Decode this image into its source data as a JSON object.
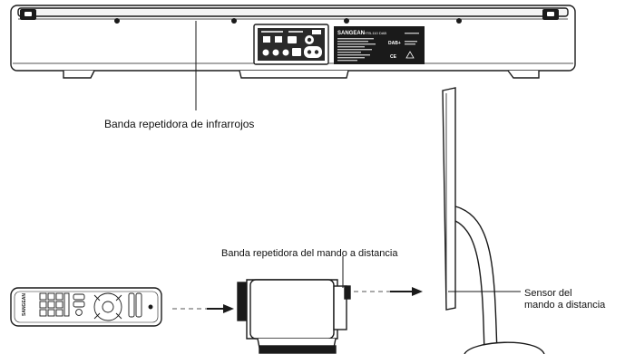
{
  "labels": {
    "ir_repeater_band": "Banda repetidora de infrarrojos",
    "remote_repeater_band": "Banda repetidora del mando a distancia",
    "sensor_line1": "Sensor del",
    "sensor_line2": "mando a distancia"
  },
  "soundbar_panel": {
    "brand": "SANGEAN",
    "model": "HTB-110 DAB",
    "dab_mark": "DAB+",
    "certification_mark": "CE"
  },
  "remote": {
    "brand": "SANGEAN"
  },
  "colors": {
    "line": "#1a1a1a",
    "body": "#ffffff",
    "panel": "#222222"
  }
}
